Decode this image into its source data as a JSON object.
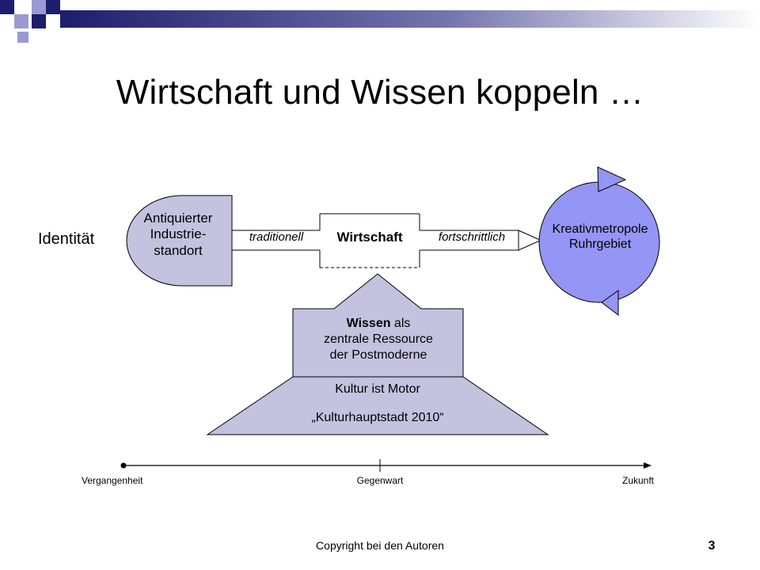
{
  "slide": {
    "title": "Wirtschaft und Wissen koppeln …",
    "footer": "Copyright bei den Autoren",
    "page_number": "3"
  },
  "diagram": {
    "identity_label": "Identität",
    "left_shape": {
      "lines": [
        "Antiquierter",
        "Industrie-",
        "standort"
      ]
    },
    "traditional_label": "traditionell",
    "economy_label": "Wirtschaft",
    "progressive_label": "fortschrittlich",
    "right_shape": {
      "lines": [
        "Kreativmetropole",
        "Ruhrgebiet"
      ]
    },
    "knowledge_box": {
      "bold": "Wissen",
      "rest": " als",
      "line2": "zentrale Ressource",
      "line3": "der Postmoderne"
    },
    "culture_base": {
      "line1": "Kultur ist Motor",
      "line2": "„Kulturhauptstadt 2010“"
    }
  },
  "timeline": {
    "past": "Vergangenheit",
    "present": "Gegenwart",
    "future": "Zukunft"
  },
  "colors": {
    "shape_fill": "#c3c3e0",
    "circle_fill": "#9595f5",
    "header_squares": [
      "#1d1d6e",
      "#9a9ad2"
    ]
  }
}
